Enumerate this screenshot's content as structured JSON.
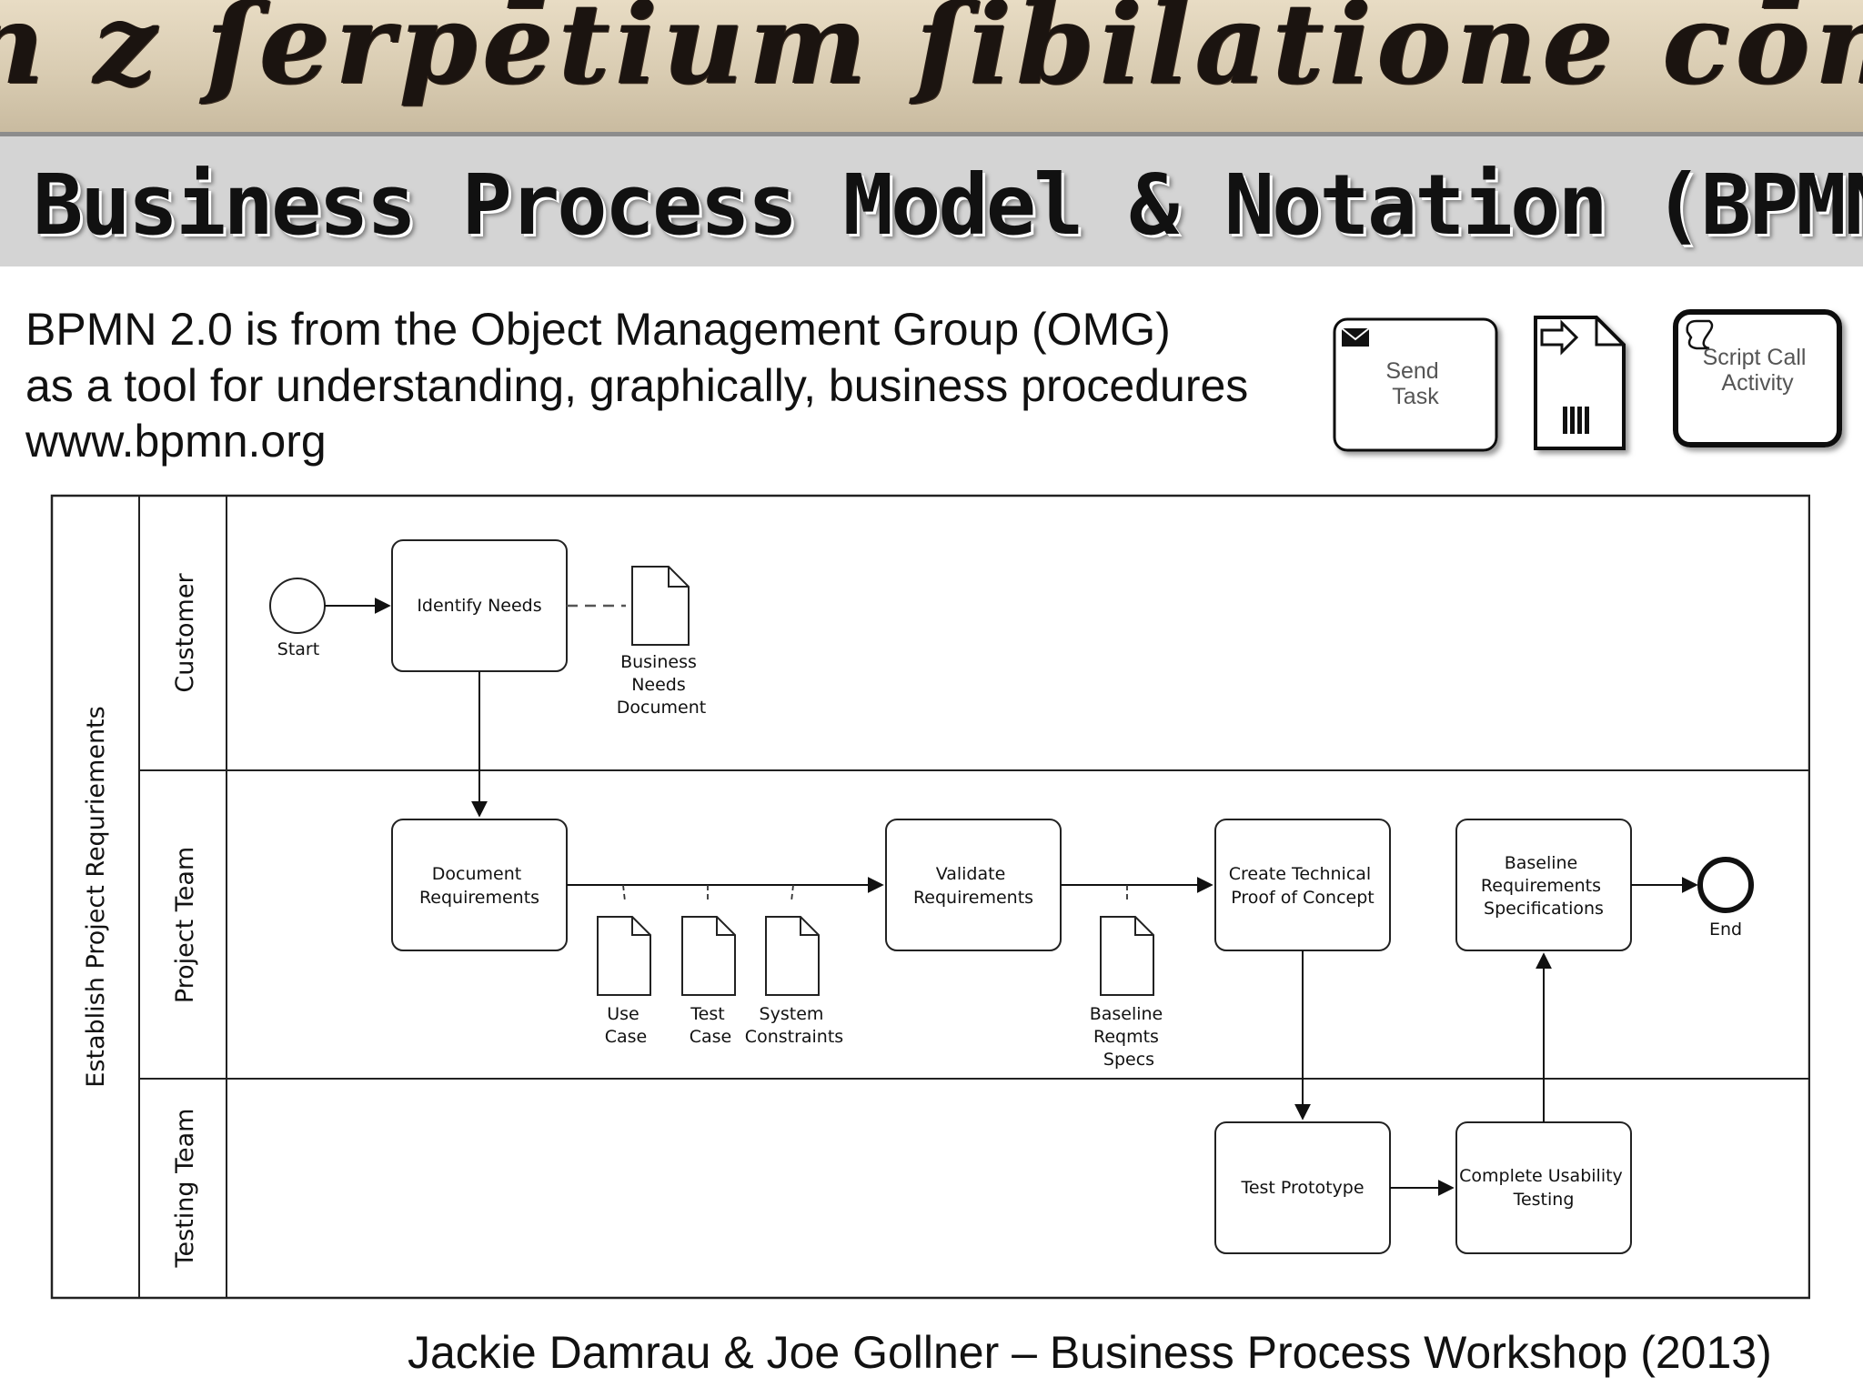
{
  "banner": {
    "text": "n z ſerpētium ſibilatione cōmoti."
  },
  "title": "Business Process Model & Notation (BPMN)",
  "intro": {
    "line1": "BPMN 2.0 is from the Object Management Group (OMG)",
    "line2": "as a tool for understanding, graphically, business procedures",
    "line3": "www.bpmn.org"
  },
  "samples": {
    "send_task": [
      "Send",
      "Task"
    ],
    "script_call": [
      "Script Call",
      "Activity"
    ]
  },
  "pool": {
    "name": "Establish Project Requriements",
    "lanes": [
      "Customer",
      "Project Team",
      "Testing Team"
    ]
  },
  "events": {
    "start": "Start",
    "end": "End"
  },
  "tasks": {
    "identify": [
      "Identify Needs"
    ],
    "document": [
      "Document",
      "Requirements"
    ],
    "validate": [
      "Validate",
      "Requirements"
    ],
    "proof": [
      "Create Technical",
      "Proof of Concept"
    ],
    "baseline": [
      "Baseline",
      "Requirements",
      "Specifications"
    ],
    "test_proto": [
      "Test Prototype"
    ],
    "usability": [
      "Complete Usability",
      "Testing"
    ]
  },
  "artifacts": {
    "needs_doc": [
      "Business",
      "Needs",
      "Document"
    ],
    "use_case": [
      "Use",
      "Case"
    ],
    "test_case": [
      "Test",
      "Case"
    ],
    "constraints": [
      "System",
      "Constraints"
    ],
    "specs": [
      "Baseline",
      "Reqmts",
      "Specs"
    ]
  },
  "footer": "Jackie Damrau & Joe Gollner – Business Process Workshop (2013)",
  "colors": {
    "title_band": "#d4d4d4",
    "banner_ink": "#1b1410",
    "line": "#1a1a1a"
  }
}
